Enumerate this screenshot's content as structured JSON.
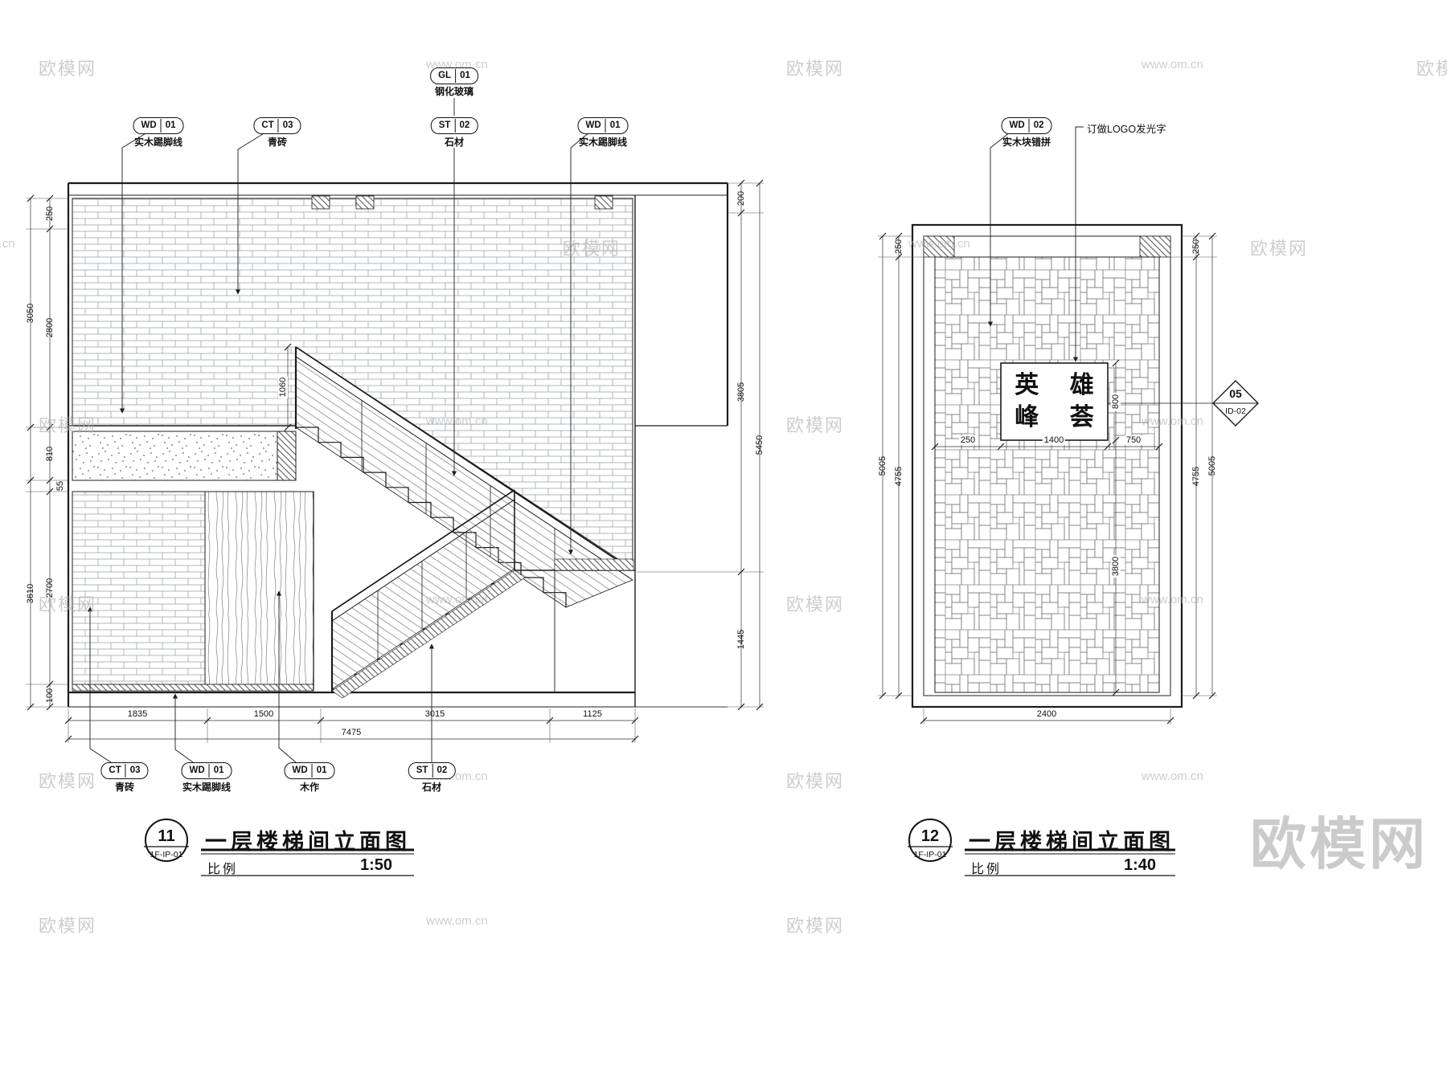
{
  "watermark": {
    "brand": "欧模网",
    "url": "www.om.cn"
  },
  "left_view": {
    "top_callouts": [
      {
        "code": "GL",
        "num": "01",
        "label": "钢化玻璃"
      },
      {
        "code": "WD",
        "num": "01",
        "label": "实木踢脚线"
      },
      {
        "code": "CT",
        "num": "03",
        "label": "青砖"
      },
      {
        "code": "ST",
        "num": "02",
        "label": "石材"
      },
      {
        "code": "WD",
        "num": "01",
        "label": "实木踢脚线"
      }
    ],
    "bottom_callouts": [
      {
        "code": "CT",
        "num": "03",
        "label": "青砖"
      },
      {
        "code": "WD",
        "num": "01",
        "label": "实木踢脚线"
      },
      {
        "code": "WD",
        "num": "01",
        "label": "木作"
      },
      {
        "code": "ST",
        "num": "02",
        "label": "石材"
      }
    ],
    "dims_left": {
      "d250": "250",
      "d2800": "2800",
      "d3050": "3050",
      "d810": "810",
      "d55": "55",
      "d2700": "2700",
      "d3610": "3610",
      "d100": "100"
    },
    "dims_right": {
      "d200": "200",
      "d3805": "3805",
      "d5450": "5450",
      "d1445": "1445"
    },
    "dims_bottom": {
      "d1835": "1835",
      "d1500": "1500",
      "d3015": "3015",
      "d1125": "1125",
      "d7475": "7475"
    },
    "dim_inner": {
      "d1060": "1060"
    },
    "titleblock": {
      "number": "11",
      "sheet": "1F-IP-01",
      "title": "一层楼梯间立面图",
      "scale_label": "比例",
      "scale": "1:50"
    }
  },
  "right_view": {
    "callout": {
      "code": "WD",
      "num": "02",
      "label": "实木块错拼"
    },
    "logo_note": "订做LOGO发光字",
    "logo_line1": "英 雄",
    "logo_line2": "峰 荟",
    "marker": {
      "number": "05",
      "sheet": "ID-02"
    },
    "dims_left": {
      "d250": "250",
      "d4755": "4755",
      "d5005": "5005"
    },
    "dims_right": {
      "d250": "250",
      "d4755": "4755",
      "d5005": "5005"
    },
    "dims_bottom": {
      "d2400": "2400"
    },
    "dims_inner": {
      "d250": "250",
      "d1400": "1400",
      "d750": "750",
      "d800": "800",
      "d3800": "3800"
    },
    "titleblock": {
      "number": "12",
      "sheet": "1F-IP-01",
      "title": "一层楼梯间立面图",
      "scale_label": "比例",
      "scale": "1:40"
    }
  }
}
